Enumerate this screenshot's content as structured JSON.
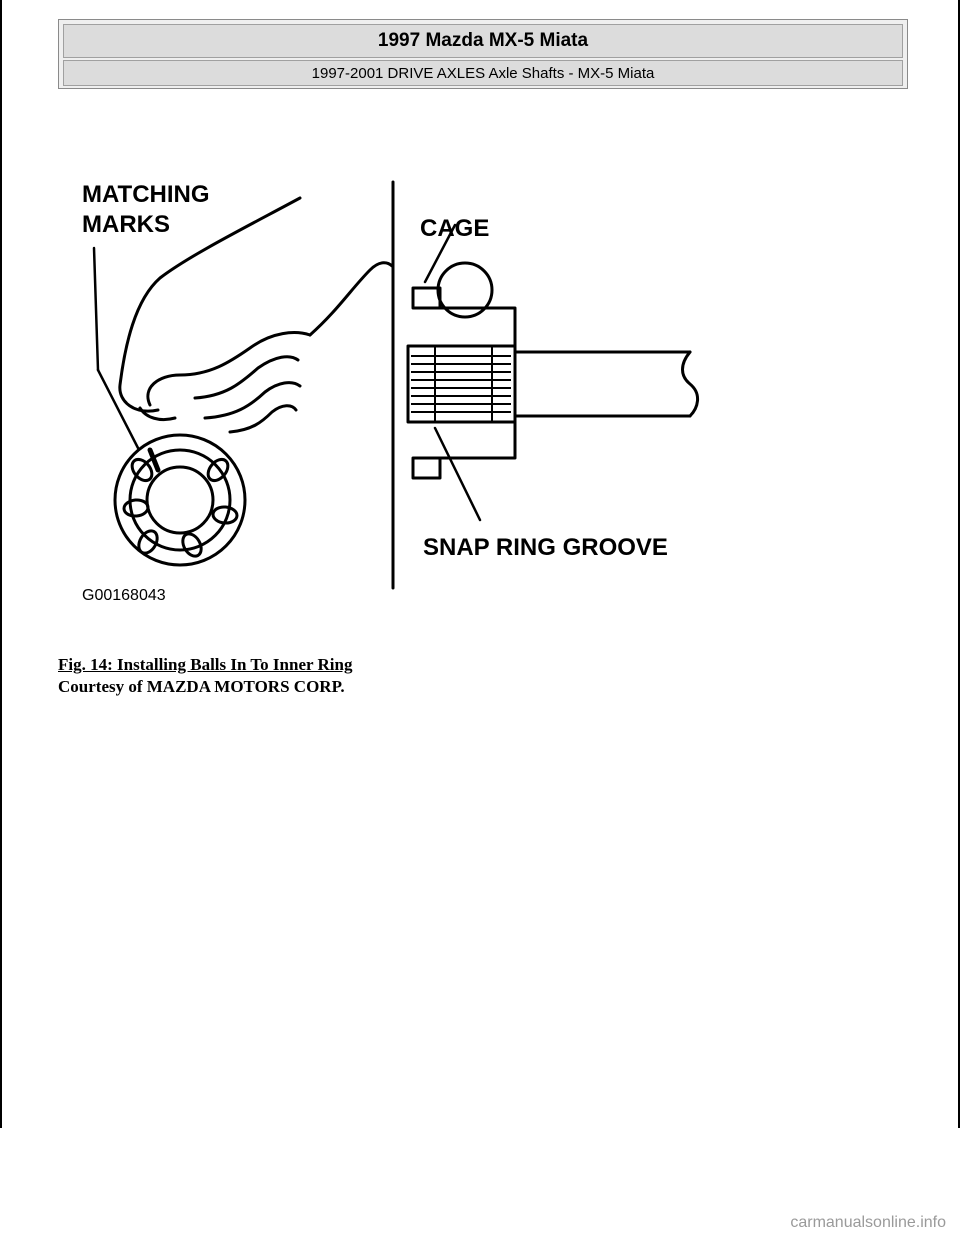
{
  "header": {
    "title": "1997 Mazda MX-5 Miata",
    "subtitle": "1997-2001 DRIVE AXLES Axle Shafts - MX-5 Miata"
  },
  "figure": {
    "labels": {
      "matching_marks_line1": "MATCHING",
      "matching_marks_line2": "MARKS",
      "cage": "CAGE",
      "snap_ring_groove": "SNAP RING GROOVE",
      "figure_id": "G00168043"
    }
  },
  "caption": {
    "title": "Fig. 14: Installing Balls In To Inner Ring",
    "courtesy": "Courtesy of MAZDA MOTORS CORP."
  },
  "footer": {
    "watermark": "carmanualsonline.info"
  }
}
